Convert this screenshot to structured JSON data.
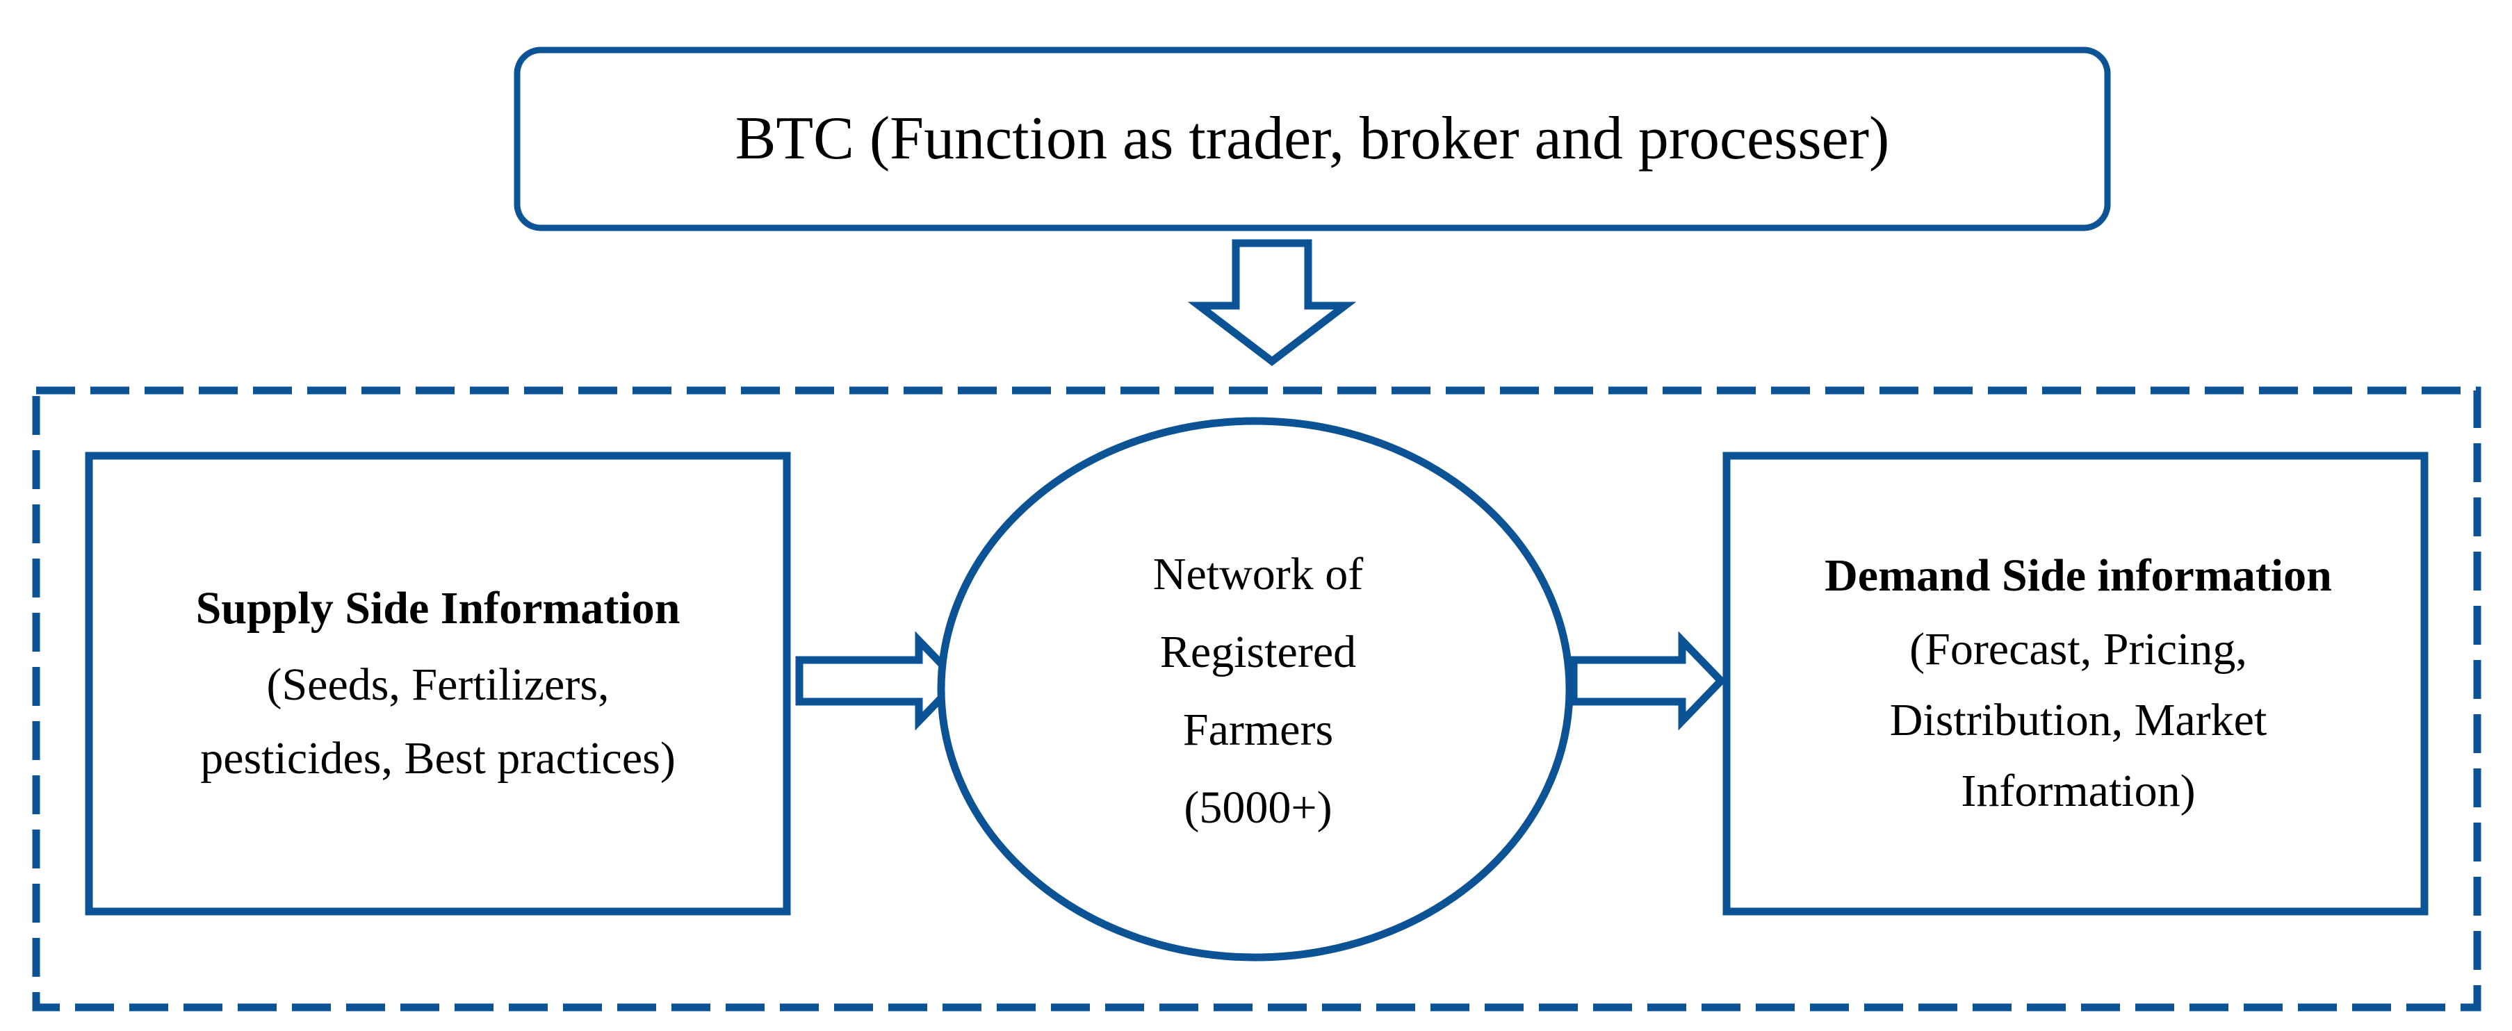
{
  "diagram": {
    "title_box": {
      "label": "BTC (Function as trader, broker and processer)"
    },
    "down_arrow": {
      "name": "flow-arrow-down"
    },
    "container": {
      "border_style": "dashed",
      "color": "#0B5394"
    },
    "supply_box": {
      "heading": "Supply Side Information",
      "line1": "(Seeds, Fertilizers,",
      "line2": "pesticides, Best practices)"
    },
    "left_arrow": {
      "name": "flow-arrow-supply-to-network"
    },
    "network_ellipse": {
      "line1": "Network of",
      "line2": "Registered",
      "line3": "Farmers",
      "line4": "(5000+)"
    },
    "right_arrow": {
      "name": "flow-arrow-network-to-demand"
    },
    "demand_box": {
      "heading": "Demand Side information",
      "line1": "(Forecast, Pricing,",
      "line2": "Distribution, Market",
      "line3": "Information)"
    },
    "colors": {
      "stroke": "#0B5394",
      "fill": "#FFFFFF",
      "text": "#000000"
    }
  }
}
